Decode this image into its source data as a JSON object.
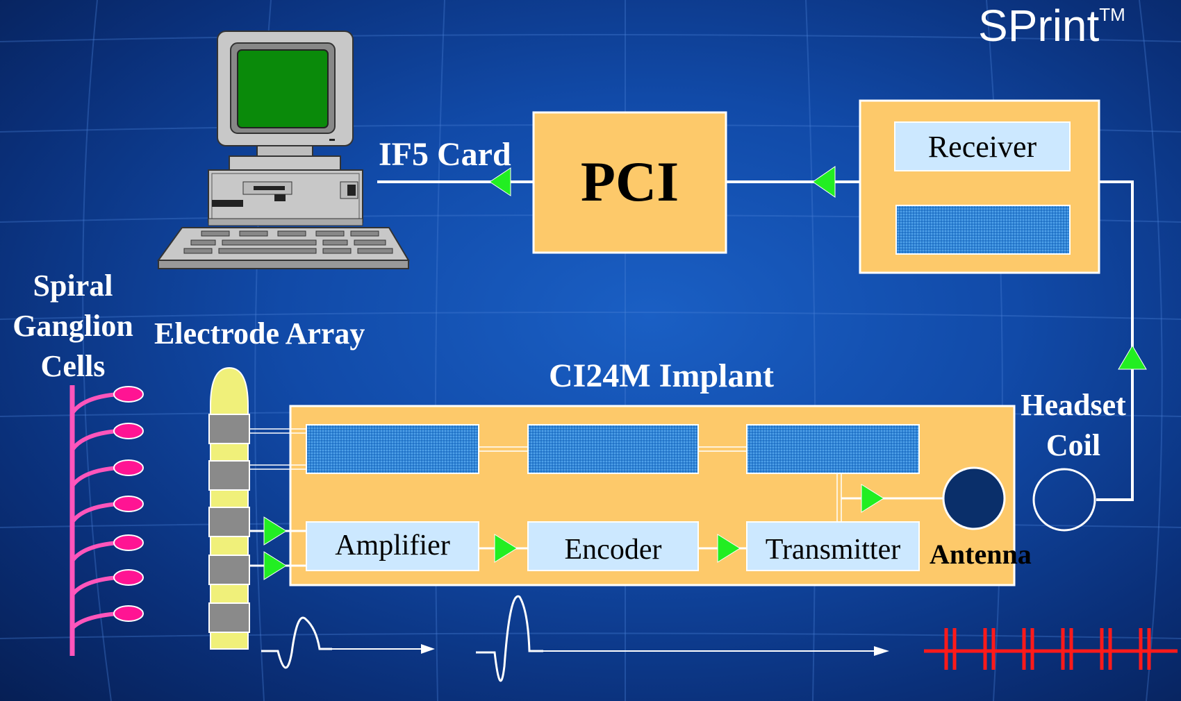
{
  "brand": {
    "name": "SPrint",
    "mark": "TM"
  },
  "labels": {
    "if5_card": "IF5 Card",
    "pci": "PCI",
    "receiver": "Receiver",
    "spiral_ganglion": [
      "Spiral",
      "Ganglion",
      "Cells"
    ],
    "electrode_array": "Electrode Array",
    "implant": "CI24M Implant",
    "headset_coil": [
      "Headset",
      "Coil"
    ],
    "amplifier": "Amplifier",
    "encoder": "Encoder",
    "transmitter": "Transmitter",
    "antenna": "Antenna"
  },
  "colors": {
    "box_fill": "#fdc96a",
    "inner_box": "#cce8ff",
    "hatched": "#2f86d8",
    "arrow": "#22ee22",
    "dendrite": "#ff3fb0",
    "electrode": "#f0f07a",
    "contact": "#8a8a8a",
    "monitor_screen": "#0a8a0a",
    "pulse": "#ff1a1a"
  },
  "icons": [
    "computer-icon",
    "monitor-icon",
    "keyboard-icon"
  ]
}
